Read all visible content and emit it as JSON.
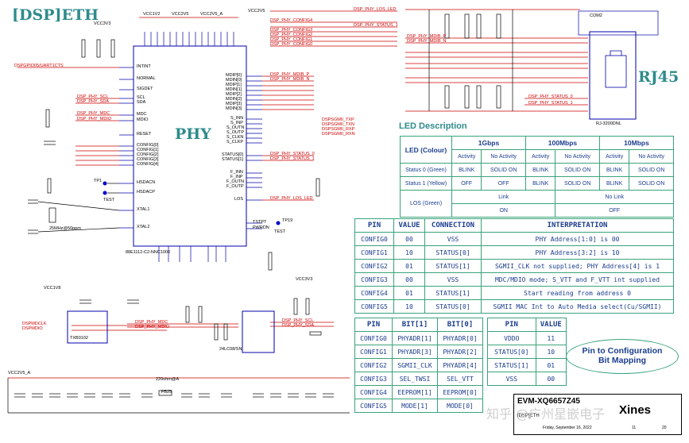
{
  "labels": {
    "section_title": "[DSP]ETH",
    "chip": "PHY",
    "connector_title": "RJ45",
    "chip_part": "88E1112-C2-NNC1000",
    "crystal_freq": "25MHz@50ppm",
    "connector_ref": "RJ-3200DNL",
    "eeprom_part": "24LC08/SN",
    "osc_part": "TXB0102",
    "ferrite": "220ohm@A",
    "ferrite_ref": "FB25",
    "test_label": "TEST",
    "tp1": "TP1",
    "tp19": "TP19",
    "com2": "COM2"
  },
  "power_rails": [
    "VCC1V2",
    "VCC2V5",
    "VCC2V5_A",
    "VCC3V3",
    "VCC1V8"
  ],
  "net_labels": [
    "DSP_PHY_LOS_LED",
    "DSP_PHY_CONFIG4",
    "DSP_PHY_STATUS_1",
    "DSP_PHY_CONFIG3",
    "DSP_PHY_CONFIG2",
    "DSP_PHY_CONFIG1",
    "DSP_PHY_CONFIG0",
    "DSP_PHY_MDIB_P",
    "DSP_PHY_MDIB_N",
    "DSP_PHY_SCL",
    "DSP_PHY_SDA",
    "DSP_PHY_MDC",
    "DSP_PHY_MDIO",
    "DSP_PHY_STATUS_0",
    "DSPSGMII_TXP",
    "DSPSGMII_TXN",
    "DSPSGMII_RXP",
    "DSPSGMII_RXN",
    "DSPGPIO05/UART1CTS",
    "DSPMDCLK",
    "DSPMDIO"
  ],
  "chip_pins_left": [
    "INTINT",
    "NORMAL",
    "SIGDET",
    "SCL",
    "SDA",
    "MDC",
    "MDIO",
    "RESET",
    "CONFIG[0]",
    "CONFIG[1]",
    "CONFIG[2]",
    "CONFIG[3]",
    "CONFIG[4]",
    "HSDACN",
    "HSDACP",
    "XTAL1",
    "XTAL2"
  ],
  "chip_pins_right": [
    "MDIP[0]",
    "MDIN[0]",
    "MDIP[1]",
    "MDIN[1]",
    "MDIP[2]",
    "MDIN[2]",
    "MDIP[3]",
    "MDIN[3]",
    "S_INN",
    "S_INP",
    "S_OUTN",
    "S_OUTP",
    "S_CLKN",
    "S_CLKP",
    "STATUS[0]",
    "STATUS[1]",
    "F_INN",
    "F_INP",
    "F_OUTN",
    "F_OUTP",
    "LOS",
    "TSTPT",
    "PWRDN"
  ],
  "led_table": {
    "title": "LED Description",
    "col_led": "LED (Colour)",
    "speeds": [
      "1Gbps",
      "100Mbps",
      "10Mbps"
    ],
    "activity": "Activity",
    "no_activity": "No Activity",
    "rows": [
      {
        "label": "Status 0 (Green)",
        "cells": [
          "BLINK",
          "SOLID ON",
          "BLINK",
          "SOLID ON",
          "BLINK",
          "SOLID ON"
        ]
      },
      {
        "label": "Status 1 (Yellow)",
        "cells": [
          "OFF",
          "OFF",
          "BLINK",
          "SOLID ON",
          "BLINK",
          "SOLID ON"
        ]
      }
    ],
    "link": "Link",
    "no_link": "No Link",
    "los_label": "LOS (Green)",
    "los_on": "ON",
    "los_off": "OFF"
  },
  "config_table": {
    "headers": [
      "PIN",
      "VALUE",
      "CONNECTION",
      "INTERPRETATION"
    ],
    "rows": [
      [
        "CONFIG0",
        "00",
        "VSS",
        "PHY Address[1:0] is 00"
      ],
      [
        "CONFIG1",
        "10",
        "STATUS[0]",
        "PHY Address[3:2] is 10"
      ],
      [
        "CONFIG2",
        "01",
        "STATUS[1]",
        "SGMII_CLK not supplied; PHY Address[4] is 1"
      ],
      [
        "CONFIG3",
        "00",
        "VSS",
        "MDC/MDIO mode; S_VTT and F_VTT int supplied"
      ],
      [
        "CONFIG4",
        "01",
        "STATUS[1]",
        "Start reading from address 0"
      ],
      [
        "CONFIG5",
        "10",
        "STATUS[0]",
        "SGMII MAC Int to Auto Media select(Cu/SGMII)"
      ]
    ]
  },
  "bit_table": {
    "headers": [
      "PIN",
      "BIT[1]",
      "BIT[0]"
    ],
    "rows": [
      [
        "CONFIG0",
        "PHYADR[1]",
        "PHYADR[0]"
      ],
      [
        "CONFIG1",
        "PHYADR[3]",
        "PHYADR[2]"
      ],
      [
        "CONFIG2",
        "SGMII_CLK",
        "PHYADR[4]"
      ],
      [
        "CONFIG3",
        "SEL_TWSI",
        "SEL_VTT"
      ],
      [
        "CONFIG4",
        "EEPROM[1]",
        "EEPROM[0]"
      ],
      [
        "CONFIG5",
        "MODE[1]",
        "MODE[0]"
      ]
    ]
  },
  "value_table": {
    "headers": [
      "PIN",
      "VALUE"
    ],
    "rows": [
      [
        "VDDO",
        "11"
      ],
      [
        "STATUS[0]",
        "10"
      ],
      [
        "STATUS[1]",
        "01"
      ],
      [
        "VSS",
        "00"
      ]
    ]
  },
  "bubble_text": "Pin to Configuration Bit Mapping",
  "title_block": {
    "board": "EVM-XQ6657Z45",
    "brand": "Xines",
    "sheet_title": "[DSP]ETH",
    "date": "Friday, September 16, 2022",
    "sheet": "11",
    "of": "20"
  },
  "watermark": "知乎 @广州星嵌电子",
  "colors": {
    "frame": "#3aa37a",
    "net": "#cc0000",
    "title": "#2e8b8b",
    "table_text": "#1a3d8f"
  }
}
